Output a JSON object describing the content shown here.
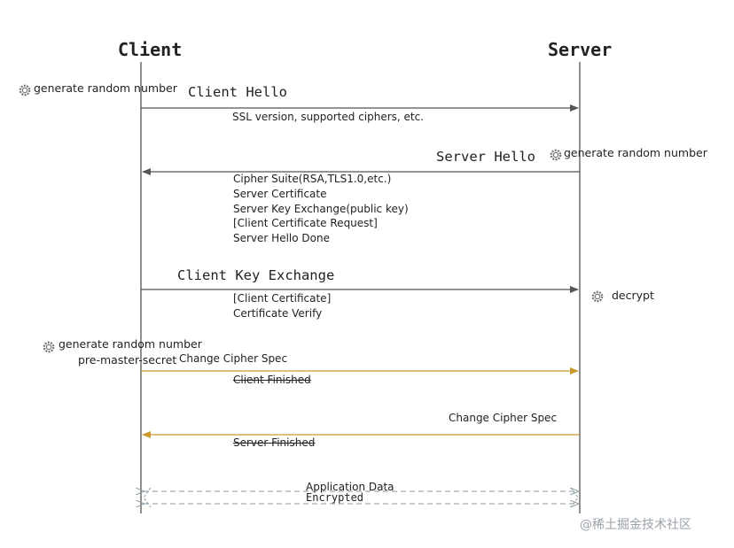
{
  "participants": {
    "client": "Client",
    "server": "Server"
  },
  "client_note_1": "generate random number",
  "client_hello": {
    "label": "Client Hello",
    "detail": "SSL version, supported ciphers, etc."
  },
  "server_hello": {
    "label": "Server Hello",
    "note": "generate random number",
    "details": [
      "Cipher Suite(RSA,TLS1.0,etc.)",
      "Server Certificate",
      "Server Key Exchange(public key)",
      "[Client Certificate Request]",
      "Server Hello Done"
    ]
  },
  "client_key_exchange": {
    "label": "Client Key Exchange",
    "details": [
      "[Client Certificate]",
      "Certificate Verify"
    ],
    "server_note": "decrypt"
  },
  "client_change_cipher": {
    "note_line1": "generate random number",
    "note_line2": "pre-master-secret",
    "label": "Change Cipher Spec",
    "finished": "Client Finished"
  },
  "server_change_cipher": {
    "label": "Change Cipher Spec",
    "finished": "Server Finished"
  },
  "application_data": {
    "label": "Application Data",
    "sublabel": "Encrypted"
  },
  "watermark": "@稀土掘金技术社区",
  "colors": {
    "arrow_dark": "#555555",
    "arrow_orange": "#c99a2e",
    "dashed": "#8a9aa0"
  }
}
